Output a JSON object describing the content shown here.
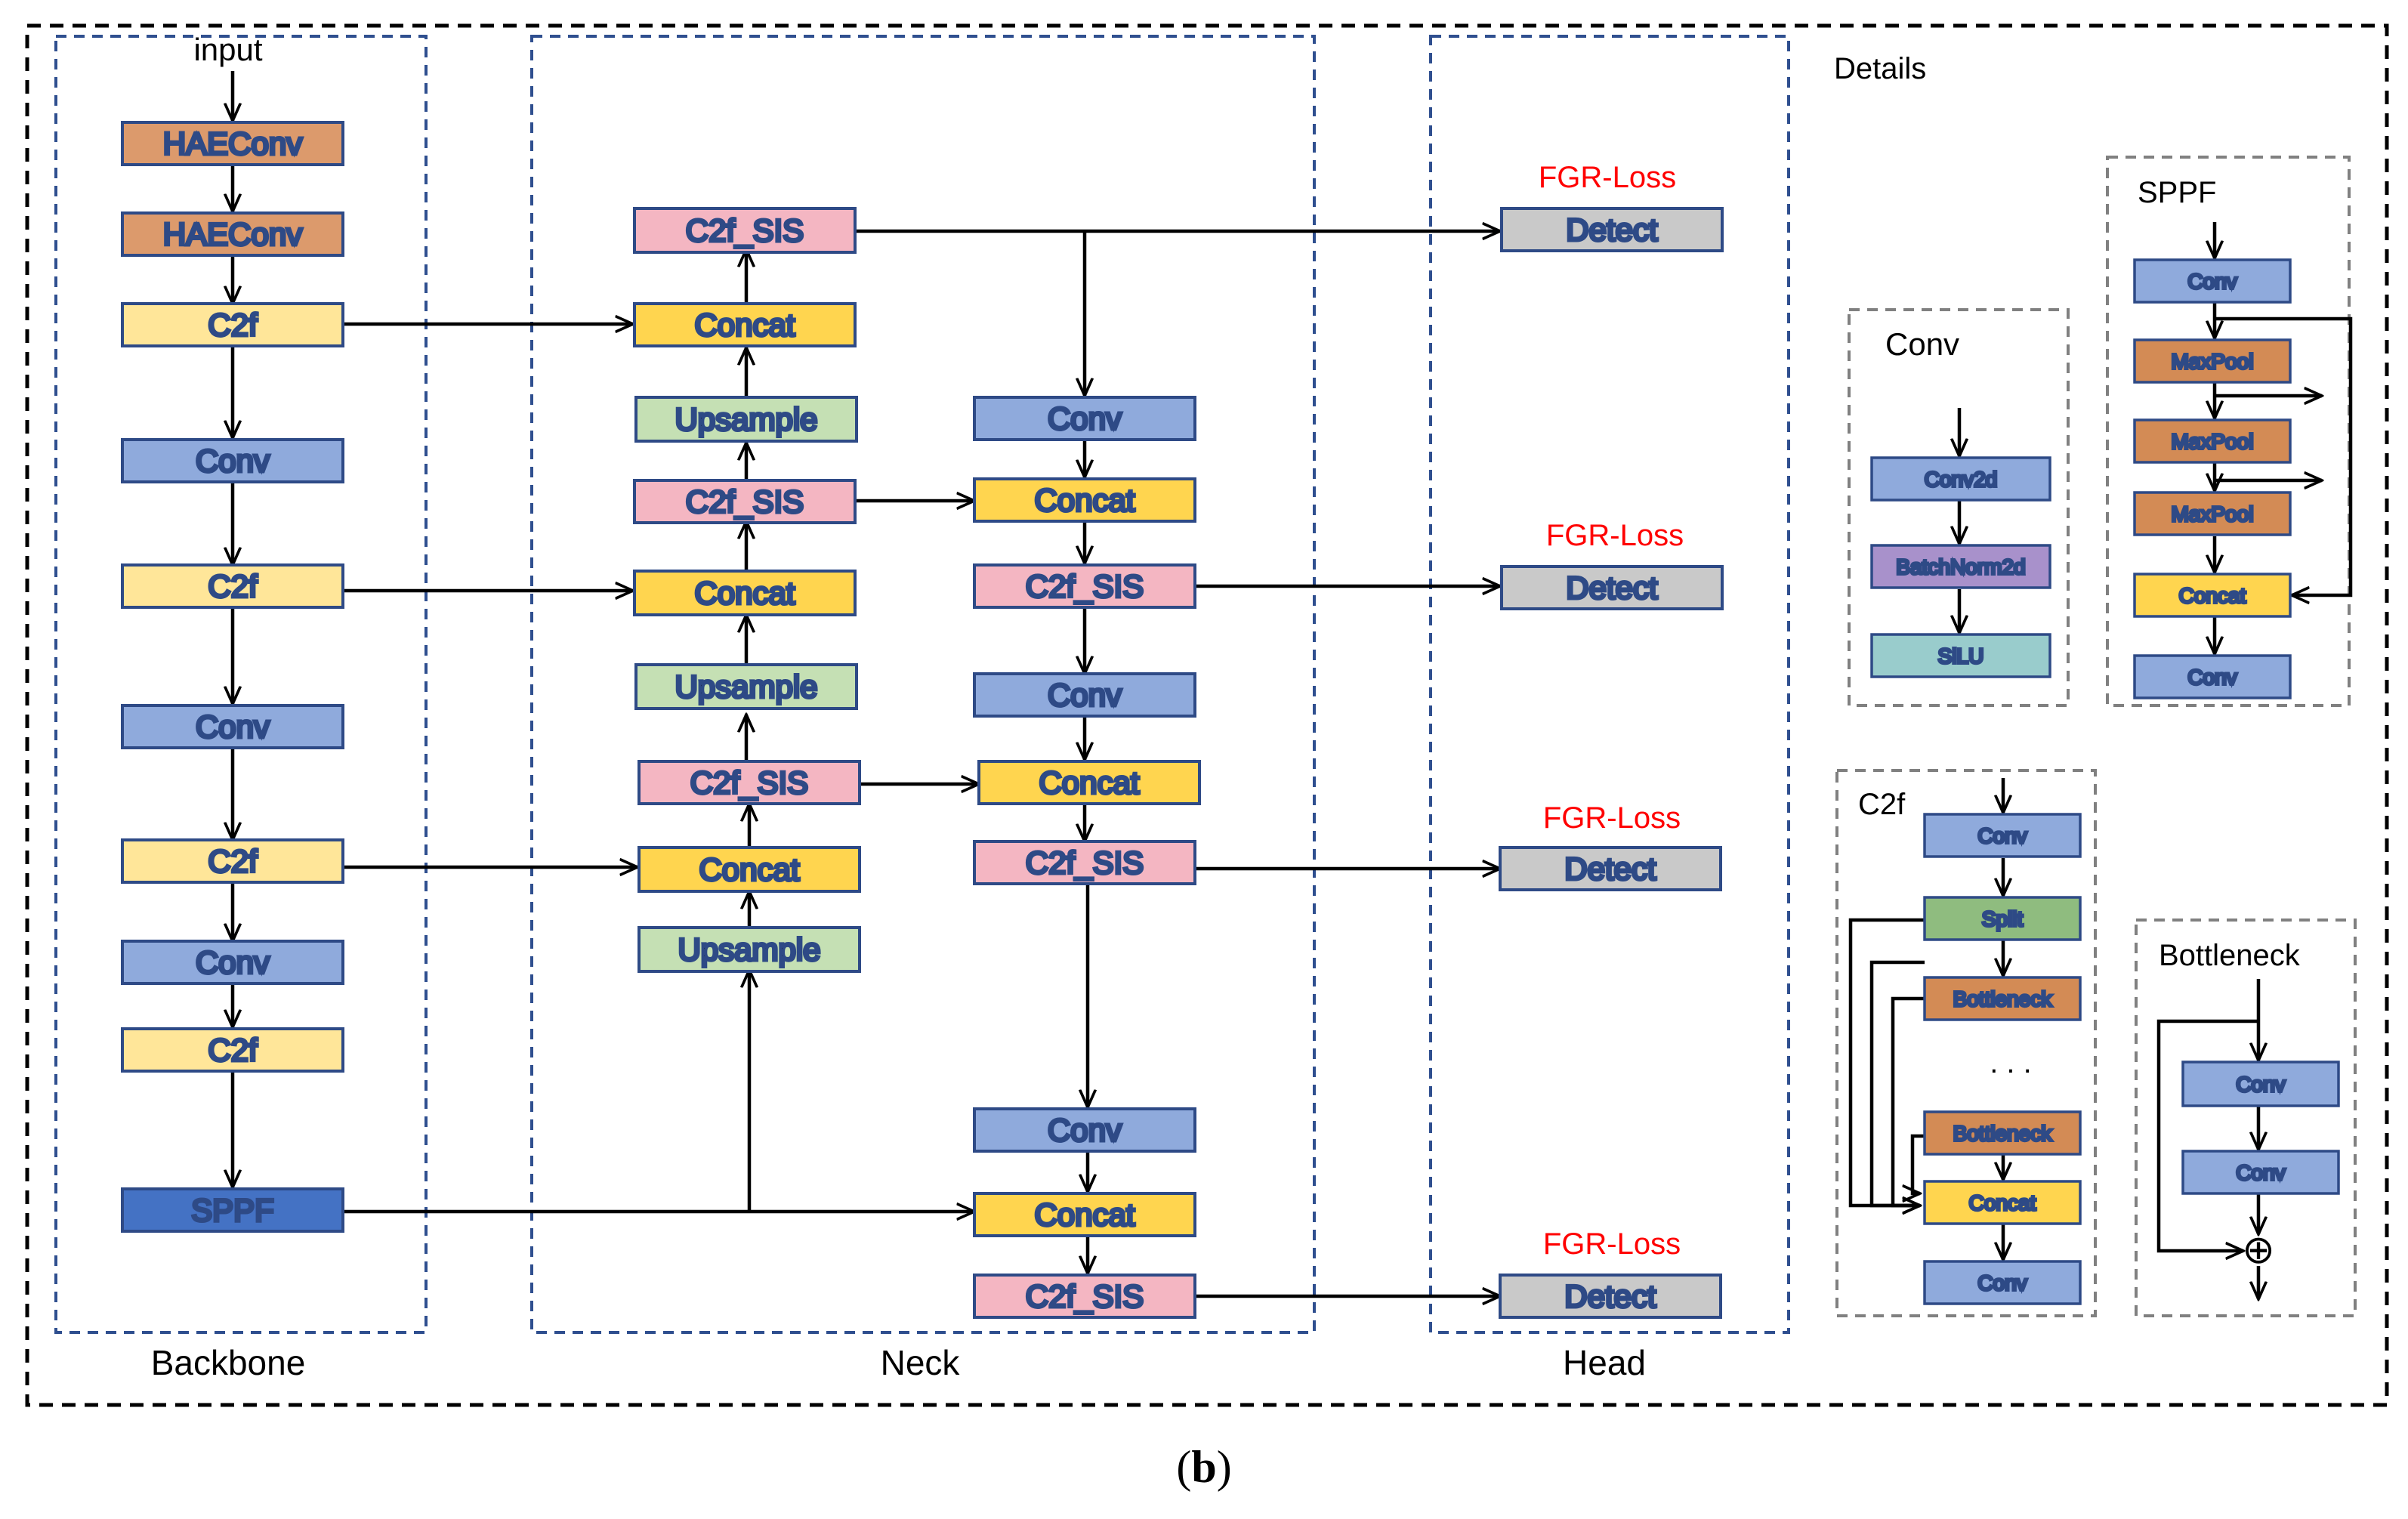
{
  "colors": {
    "conv": "#8faadc",
    "sppf": "#4472c4",
    "haeconv": "#dc9a6c",
    "c2f": "#ffe699",
    "concat": "#ffd54f",
    "upsample": "#c5e0b4",
    "c2f_sis": "#f4b6c2",
    "detect": "#c9c9c9",
    "split": "#8fbc7f",
    "bottleneck": "#d38b55",
    "batchnorm": "#a891cb",
    "silu": "#99cccc",
    "loss_text": "#ff0000",
    "section_border": "#2f4f8f",
    "detail_border": "#808080"
  },
  "sections": {
    "backbone": "Backbone",
    "neck": "Neck",
    "head": "Head",
    "details": "Details"
  },
  "backbone": {
    "input": "input",
    "haeconv1": "HAEConv",
    "haeconv2": "HAEConv",
    "c2f1": "C2f",
    "conv1": "Conv",
    "c2f2": "C2f",
    "conv2": "Conv",
    "c2f3": "C2f",
    "conv3": "Conv",
    "c2f4": "C2f",
    "sppf": "SPPF"
  },
  "neck": {
    "left": {
      "c2f_sis1": "C2f_SIS",
      "concat1": "Concat",
      "upsample1": "Upsample",
      "c2f_sis2": "C2f_SIS",
      "concat2": "Concat",
      "upsample2": "Upsample",
      "c2f_sis3": "C2f_SIS",
      "concat3": "Concat",
      "upsample3": "Upsample"
    },
    "right": {
      "conv1": "Conv",
      "concat1": "Concat",
      "c2f_sis1": "C2f_SIS",
      "conv2": "Conv",
      "concat2": "Concat",
      "c2f_sis2": "C2f_SIS",
      "conv3": "Conv",
      "concat3": "Concat",
      "c2f_sis3": "C2f_SIS"
    }
  },
  "head": {
    "loss1": "FGR-Loss",
    "detect1": "Detect",
    "loss2": "FGR-Loss",
    "detect2": "Detect",
    "loss3": "FGR-Loss",
    "detect3": "Detect",
    "loss4": "FGR-Loss",
    "detect4": "Detect"
  },
  "details": {
    "conv": {
      "title": "Conv",
      "conv2d": "Conv2d",
      "batchnorm2d": "BatchNorm2d",
      "silu": "SiLU"
    },
    "sppf": {
      "title": "SPPF",
      "conv_in": "Conv",
      "maxpool1": "MaxPool",
      "maxpool2": "MaxPool",
      "maxpool3": "MaxPool",
      "concat": "Concat",
      "conv_out": "Conv"
    },
    "c2f": {
      "title": "C2f",
      "conv_in": "Conv",
      "split": "Split",
      "bottleneck1": "Bottleneck",
      "ellipsis": ". . .",
      "bottleneck2": "Bottleneck",
      "concat": "Concat",
      "conv_out": "Conv"
    },
    "bottleneck": {
      "title": "Bottleneck",
      "conv1": "Conv",
      "conv2": "Conv",
      "add_symbol": "⊕"
    }
  },
  "caption": {
    "open": "(",
    "letter": "b",
    "close": ")"
  }
}
